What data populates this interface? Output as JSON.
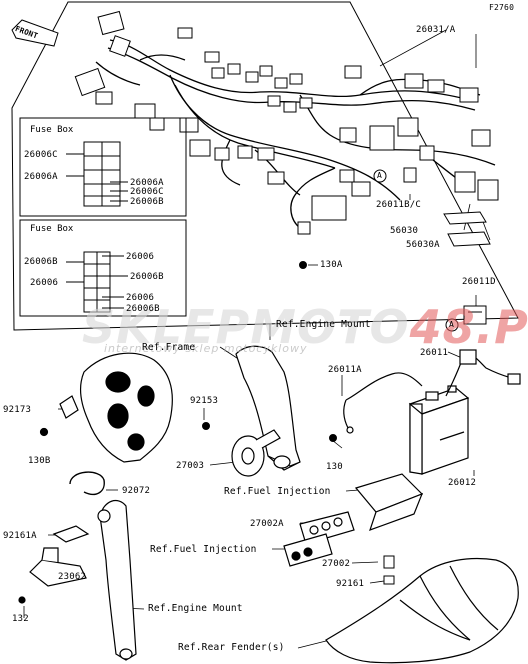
{
  "figure_id": "F2760",
  "front_label": "FRONT",
  "watermark": {
    "brand_a": "SKLEP",
    "brand_b": "MOTO",
    "brand_c": "48",
    "brand_d": ".PL",
    "tagline": "internetowy sklep motocyklowy"
  },
  "fuse_box_1": {
    "title": "Fuse Box",
    "left": [
      "26006C",
      "26006A"
    ],
    "right": [
      "26006A",
      "26006C",
      "26006B"
    ]
  },
  "fuse_box_2": {
    "title": "Fuse Box",
    "left": [
      "26006B",
      "26006"
    ],
    "right": [
      "26006",
      "26006B",
      "26006",
      "26006B"
    ]
  },
  "callouts": {
    "main_harness": "26031/A",
    "connector_bc": "26011B/C",
    "cover_56030": "56030",
    "cover_56030a": "56030A",
    "bolt_130a": "130A",
    "connector_d": "26011D",
    "harness_26011": "26011",
    "cable_26011a": "26011A",
    "battery": "26012",
    "bolt_130": "130",
    "bracket_92173": "92173",
    "bolt_130b": "130B",
    "washer_92153": "92153",
    "horn": "27003",
    "band_92072": "92072",
    "rubber_92161a": "92161A",
    "bracket_23062": "23062",
    "bolt_132": "132",
    "relay_27002a": "27002A",
    "relay_27002": "27002",
    "damper_92161": "92161"
  },
  "refs": {
    "engine_mount_top": "Ref.Engine Mount",
    "frame": "Ref.Frame",
    "fuel_injection_1": "Ref.Fuel Injection",
    "fuel_injection_2": "Ref.Fuel Injection",
    "engine_mount_bottom": "Ref.Engine Mount",
    "rear_fender": "Ref.Rear Fender(s)"
  },
  "marker_a": "A"
}
